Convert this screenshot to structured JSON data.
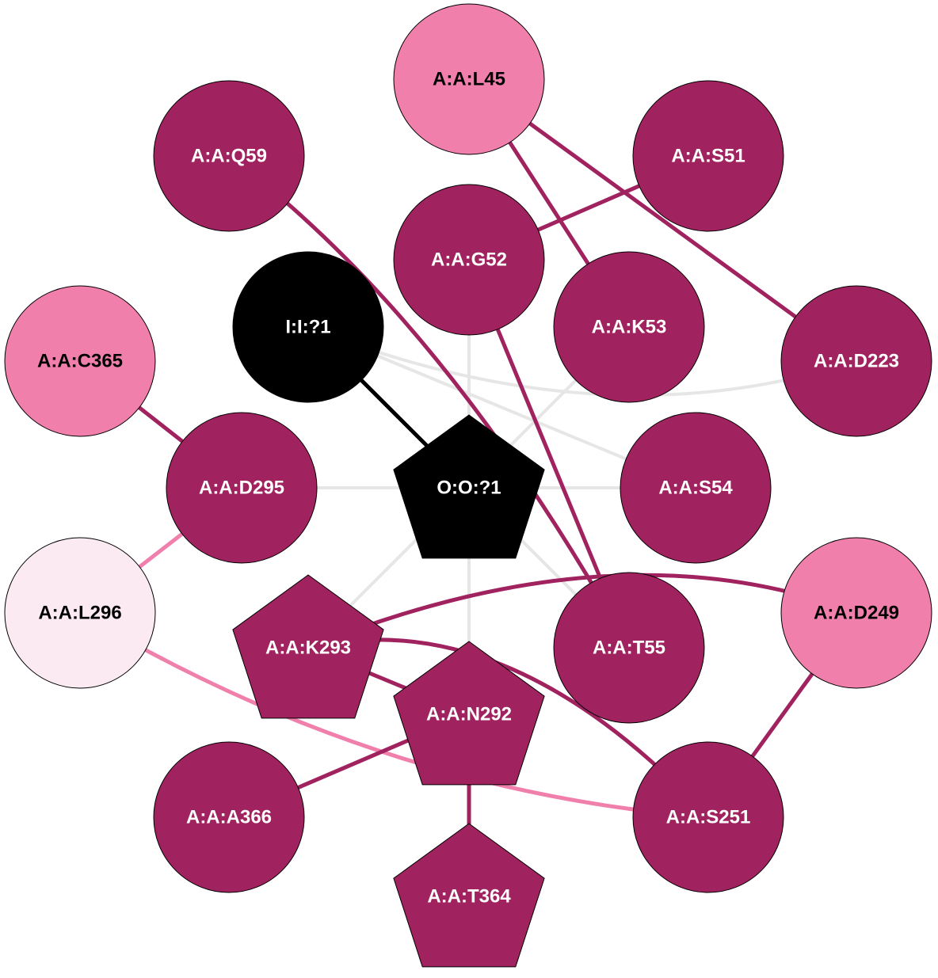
{
  "colors": {
    "dark": "#a0225f",
    "pink": "#f07fac",
    "pale": "#fbeaf2",
    "black": "#000000",
    "grey_edge": "#e6e6e6",
    "text_light": "#ffffff",
    "text_dark": "#000000"
  },
  "nodes": [
    {
      "id": "L45",
      "label": "A:A:L45",
      "shape": "circle",
      "fill": "pink"
    },
    {
      "id": "Q59",
      "label": "A:A:Q59",
      "shape": "circle",
      "fill": "dark"
    },
    {
      "id": "S51",
      "label": "A:A:S51",
      "shape": "circle",
      "fill": "dark"
    },
    {
      "id": "G52",
      "label": "A:A:G52",
      "shape": "circle",
      "fill": "dark"
    },
    {
      "id": "I1",
      "label": "I:I:?1",
      "shape": "circle",
      "fill": "black"
    },
    {
      "id": "K53",
      "label": "A:A:K53",
      "shape": "circle",
      "fill": "dark"
    },
    {
      "id": "C365",
      "label": "A:A:C365",
      "shape": "circle",
      "fill": "pink"
    },
    {
      "id": "D223",
      "label": "A:A:D223",
      "shape": "circle",
      "fill": "dark"
    },
    {
      "id": "D295",
      "label": "A:A:D295",
      "shape": "circle",
      "fill": "dark"
    },
    {
      "id": "O1",
      "label": "O:O:?1",
      "shape": "pentagon",
      "fill": "black"
    },
    {
      "id": "S54",
      "label": "A:A:S54",
      "shape": "circle",
      "fill": "dark"
    },
    {
      "id": "L296",
      "label": "A:A:L296",
      "shape": "circle",
      "fill": "pale"
    },
    {
      "id": "D249",
      "label": "A:A:D249",
      "shape": "circle",
      "fill": "pink"
    },
    {
      "id": "K293",
      "label": "A:A:K293",
      "shape": "pentagon",
      "fill": "dark"
    },
    {
      "id": "T55",
      "label": "A:A:T55",
      "shape": "circle",
      "fill": "dark"
    },
    {
      "id": "N292",
      "label": "A:A:N292",
      "shape": "pentagon",
      "fill": "dark"
    },
    {
      "id": "A366",
      "label": "A:A:A366",
      "shape": "circle",
      "fill": "dark"
    },
    {
      "id": "S251",
      "label": "A:A:S251",
      "shape": "circle",
      "fill": "dark"
    },
    {
      "id": "T364",
      "label": "A:A:T364",
      "shape": "pentagon",
      "fill": "dark"
    }
  ],
  "edges": [
    {
      "from": "I1",
      "to": "D223",
      "color": "grey_edge"
    },
    {
      "from": "I1",
      "to": "S54",
      "color": "grey_edge"
    },
    {
      "from": "D295",
      "to": "S54",
      "color": "grey_edge"
    },
    {
      "from": "G52",
      "to": "N292",
      "color": "grey_edge"
    },
    {
      "from": "K53",
      "to": "K293",
      "color": "grey_edge"
    },
    {
      "from": "O1",
      "to": "T55",
      "color": "grey_edge"
    },
    {
      "from": "I1",
      "to": "O1",
      "color": "black"
    },
    {
      "from": "L45",
      "to": "K53",
      "color": "dark"
    },
    {
      "from": "L45",
      "to": "D223",
      "color": "dark"
    },
    {
      "from": "S51",
      "to": "G52",
      "color": "dark"
    },
    {
      "from": "G52",
      "to": "T55",
      "color": "dark"
    },
    {
      "from": "Q59",
      "to": "T55",
      "color": "dark"
    },
    {
      "from": "C365",
      "to": "D295",
      "color": "dark"
    },
    {
      "from": "D295",
      "to": "L296",
      "color": "pink"
    },
    {
      "from": "L296",
      "to": "S251",
      "color": "pink"
    },
    {
      "from": "K293",
      "to": "D249",
      "color": "dark"
    },
    {
      "from": "K293",
      "to": "S251",
      "color": "dark"
    },
    {
      "from": "K293",
      "to": "N292",
      "color": "dark"
    },
    {
      "from": "N292",
      "to": "A366",
      "color": "dark"
    },
    {
      "from": "N292",
      "to": "T364",
      "color": "dark"
    },
    {
      "from": "D249",
      "to": "S251",
      "color": "dark"
    }
  ]
}
